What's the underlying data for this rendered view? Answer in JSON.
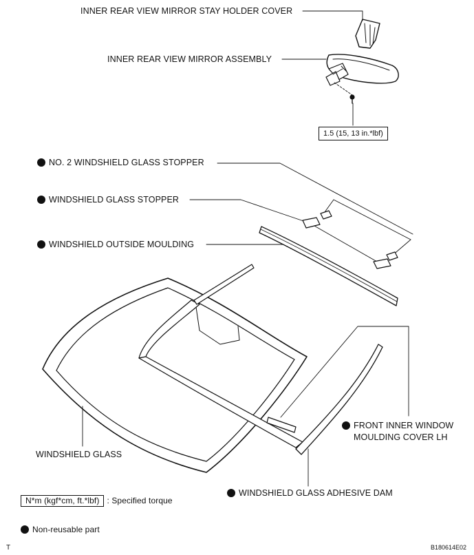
{
  "labels": {
    "stay_holder_cover": "INNER REAR VIEW MIRROR STAY HOLDER COVER",
    "mirror_assembly": "INNER REAR VIEW MIRROR ASSEMBLY",
    "no2_stopper": "NO. 2 WINDSHIELD GLASS STOPPER",
    "glass_stopper": "WINDSHIELD GLASS STOPPER",
    "outside_moulding": "WINDSHIELD OUTSIDE MOULDING",
    "inner_cover_line1": "FRONT INNER WINDOW",
    "inner_cover_line2": "MOULDING COVER LH",
    "windshield_glass": "WINDSHIELD GLASS",
    "adhesive_dam": "WINDSHIELD GLASS ADHESIVE DAM"
  },
  "torque_value": "1.5 (15, 13 in.*lbf)",
  "legend": {
    "torque_unit": "N*m (kgf*cm, ft.*lbf)",
    "torque_desc": ": Specified torque",
    "non_reusable": "Non-reusable part"
  },
  "footer": {
    "left_mark": "T",
    "figure_id": "B180614E02"
  }
}
